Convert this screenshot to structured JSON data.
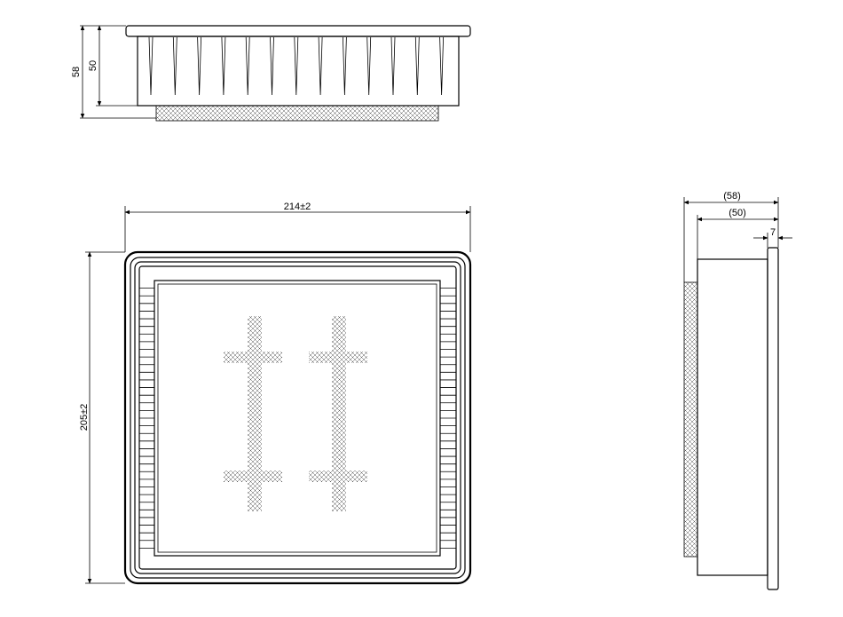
{
  "dimensions": {
    "top_height_total": "58",
    "top_height_body": "50",
    "front_width": "214±2",
    "front_height": "205±2",
    "side_total": "(58)",
    "side_body": "(50)",
    "side_flange": "7"
  }
}
